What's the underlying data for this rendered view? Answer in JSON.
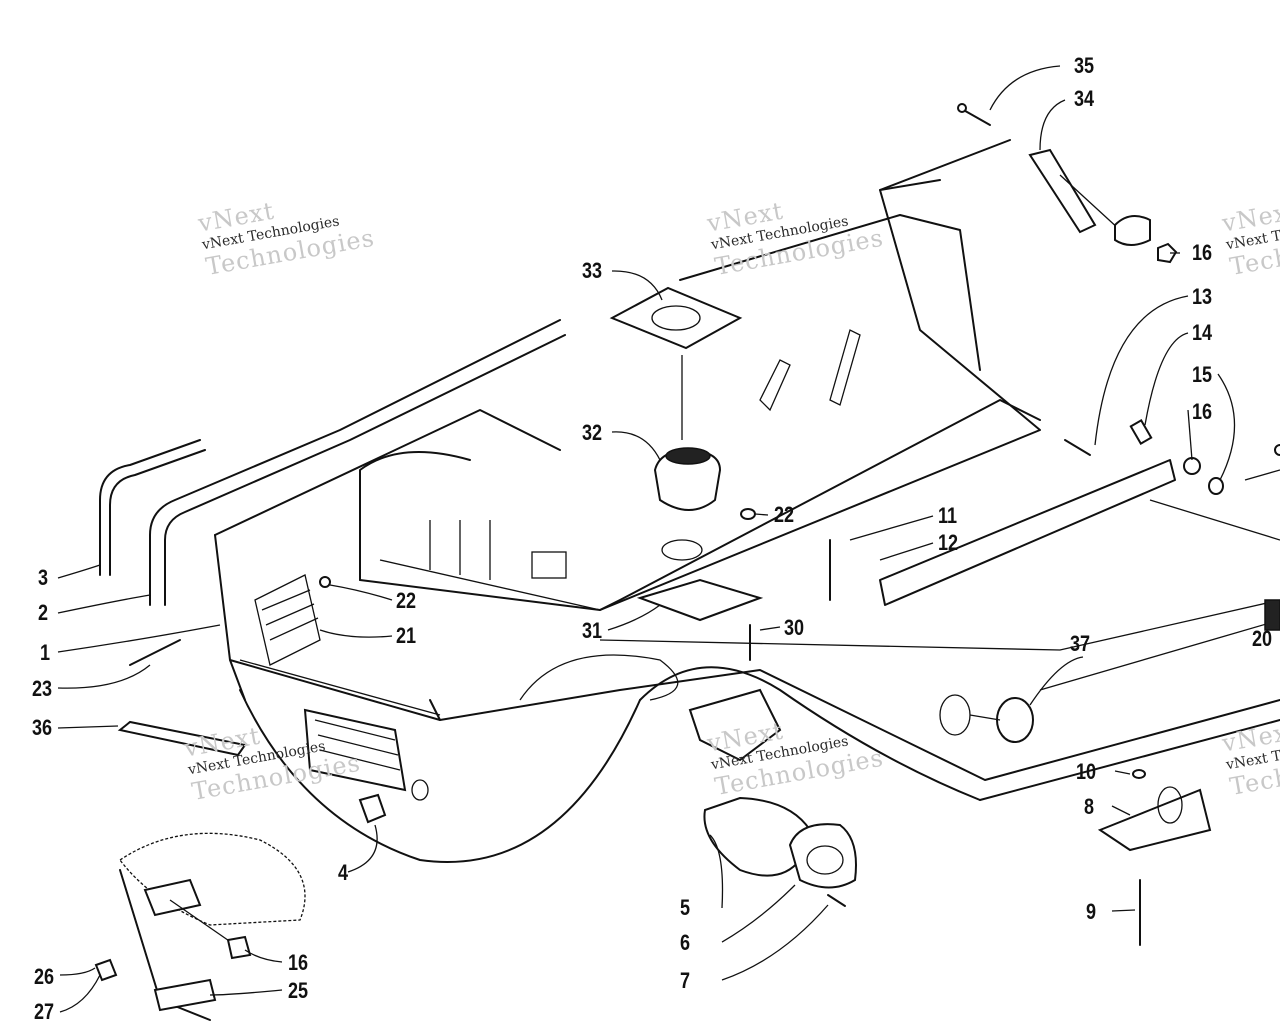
{
  "watermarks": [
    {
      "brand": "vNext",
      "company": "vNext Technologies",
      "big": "Technologies"
    },
    {
      "brand": "vNext",
      "company": "vNext Technologies",
      "big": "Technologies"
    },
    {
      "brand": "vNext",
      "company": "vNext Technologies",
      "big": "Technologies"
    },
    {
      "brand": "vNext",
      "company": "vNext Technologies",
      "big": "Technologies"
    },
    {
      "brand": "vNext",
      "company": "vNext Technologies",
      "big": "Technologies"
    },
    {
      "brand": "vNext",
      "company": "vNext Technologies",
      "big": "Technologies"
    }
  ],
  "callouts": {
    "c1": "1",
    "c2": "2",
    "c3": "3",
    "c4": "4",
    "c5": "5",
    "c6": "6",
    "c7": "7",
    "c8": "8",
    "c9": "9",
    "c10": "10",
    "c11": "11",
    "c12": "12",
    "c13": "13",
    "c14": "14",
    "c15": "15",
    "c16a": "16",
    "c16b": "16",
    "c16c": "16",
    "c20": "20",
    "c21": "21",
    "c22a": "22",
    "c22b": "22",
    "c23": "23",
    "c25": "25",
    "c26": "26",
    "c27": "27",
    "c30": "30",
    "c31": "31",
    "c32": "32",
    "c33": "33",
    "c34": "34",
    "c35": "35",
    "c36": "36",
    "c37": "37"
  }
}
